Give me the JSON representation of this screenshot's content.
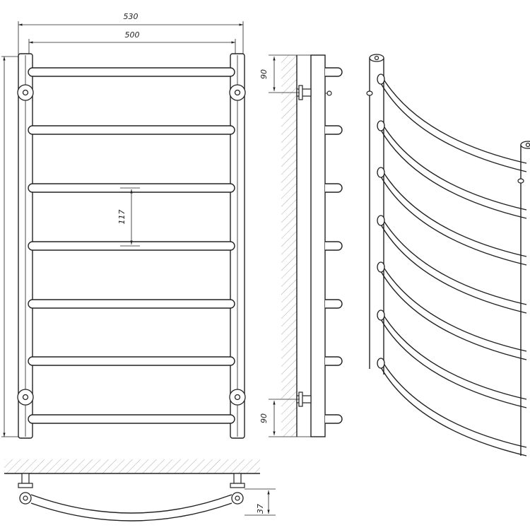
{
  "dimensions": {
    "total_width": "530",
    "pipe_spacing": "500",
    "bar_spacing": "117",
    "top_bracket_offset": "90",
    "bottom_bracket_offset": "90",
    "wall_depth": "37"
  },
  "views": {
    "front_bar_count": 7,
    "side_bar_count": 7,
    "perspective_bar_count": 7
  },
  "colors": {
    "line": "#222222",
    "hatch": "#777777",
    "background": "#ffffff"
  }
}
